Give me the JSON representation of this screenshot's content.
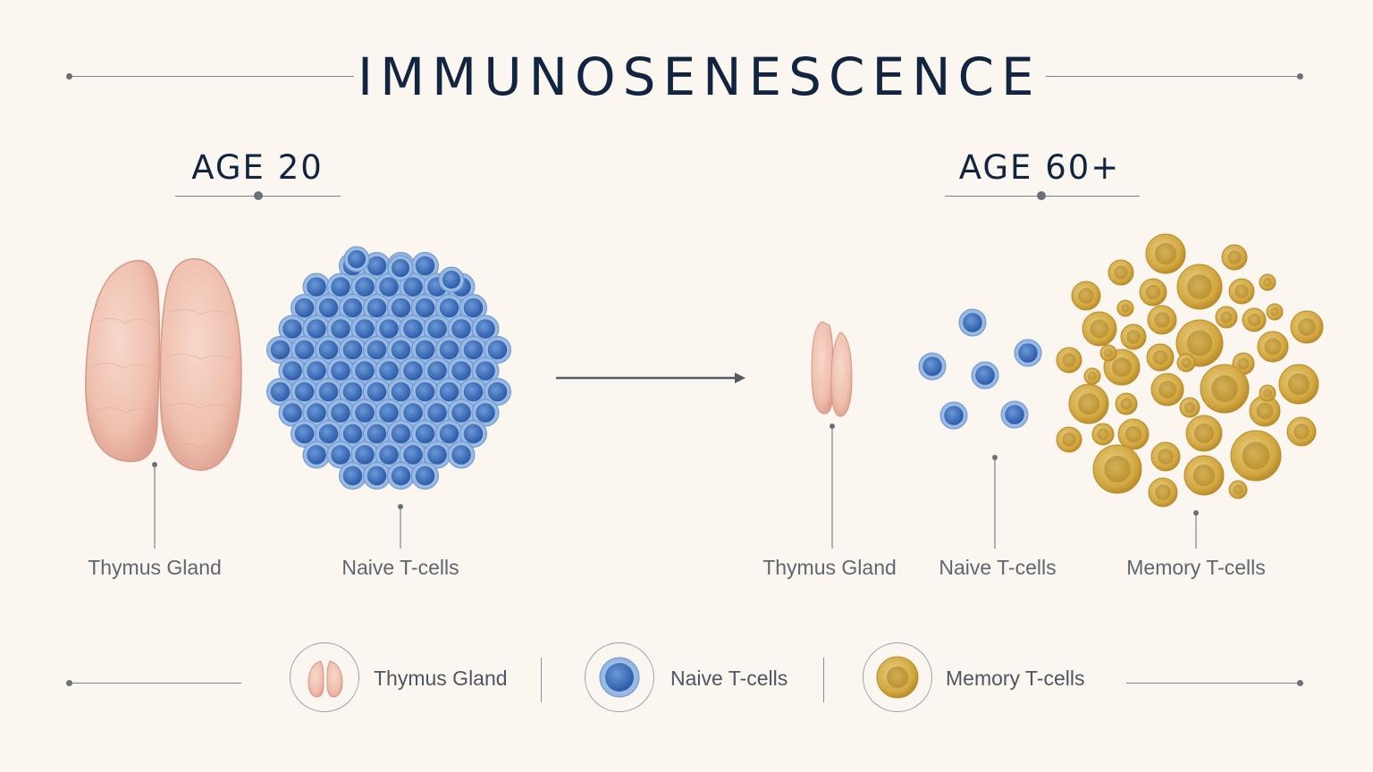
{
  "title": "IMMUNOSENESCENCE",
  "panels": {
    "young": {
      "heading": "AGE 20",
      "labels": [
        "Thymus Gland",
        "Naive T-cells"
      ]
    },
    "old": {
      "heading": "AGE 60+",
      "labels": [
        "Thymus Gland",
        "Naive T-cells",
        "Memory T-cells"
      ]
    }
  },
  "legend": {
    "items": [
      {
        "label": "Thymus Gland",
        "icon": "thymus-icon"
      },
      {
        "label": "Naive T-cells",
        "icon": "naive-t-cell-icon"
      },
      {
        "label": "Memory T-cells",
        "icon": "memory-t-cell-icon"
      }
    ]
  },
  "colors": {
    "thymus": "#efbfae",
    "naive_cell": "#3f72c0",
    "memory_cell": "#d8b04a",
    "ink": "#122540",
    "background": "#fbf7f0"
  }
}
